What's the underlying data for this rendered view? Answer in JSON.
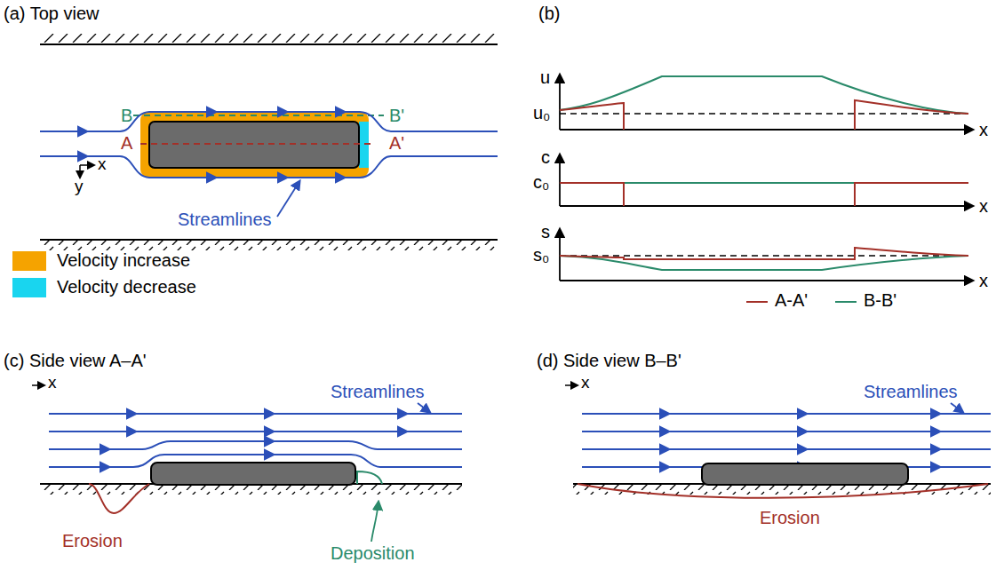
{
  "diagram": {
    "labels": [
      "(a) Top view",
      "B",
      "B'",
      "A",
      "A'",
      "x",
      "y",
      "Streamlines",
      "(b)",
      "u",
      "u₀",
      "x",
      "c",
      "c₀",
      "x",
      "s",
      "s₀",
      "x",
      "(c) Side view A–A'",
      "x",
      "Streamlines",
      "Erosion",
      "Deposition",
      "(d) Side view B–B'",
      "x",
      "Streamlines",
      "Erosion"
    ],
    "legend": [
      {
        "text": "Velocity increase",
        "color": "#f5a300"
      },
      {
        "text": "Velocity decrease",
        "color": "#19d5ef"
      },
      {
        "text": "A-A'"
      },
      {
        "text": "B-B'"
      }
    ]
  }
}
